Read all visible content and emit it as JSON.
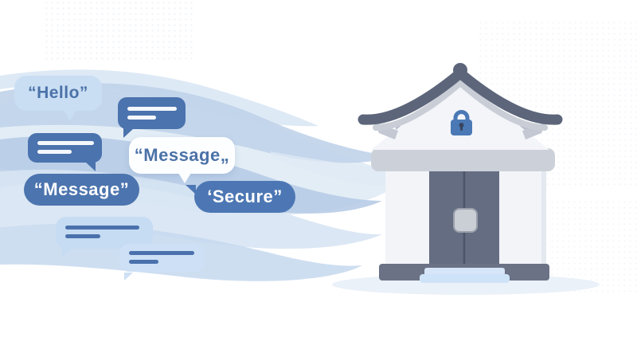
{
  "title": "Secure messaging illustration — chat bubbles flowing into a locked vault",
  "bubbles": {
    "hello": {
      "text": "“Hello”"
    },
    "message_white": {
      "text": "“Message„"
    },
    "message_blue": {
      "text": "“Message”"
    },
    "secure": {
      "text": "‘Secure”"
    }
  },
  "building": {
    "icon": "lock-icon"
  },
  "colors": {
    "bubble_solid_blue": "#4b73ae",
    "bubble_light_blue": "#c9def3",
    "bubble_white": "#fdfeff",
    "text_blue": "#4b72a8",
    "roof_slate": "#5c657a",
    "roof_trim": "#c9cdd6",
    "wall": "#f2f4f8",
    "door_slate": "#656d82",
    "base_gray": "#6b7286",
    "lock_blue": "#4a79b5",
    "steps_blue": "#cfe3f8",
    "wave_mid_blue": "#b7cce7",
    "wave_light_blue": "#dce8f4"
  }
}
